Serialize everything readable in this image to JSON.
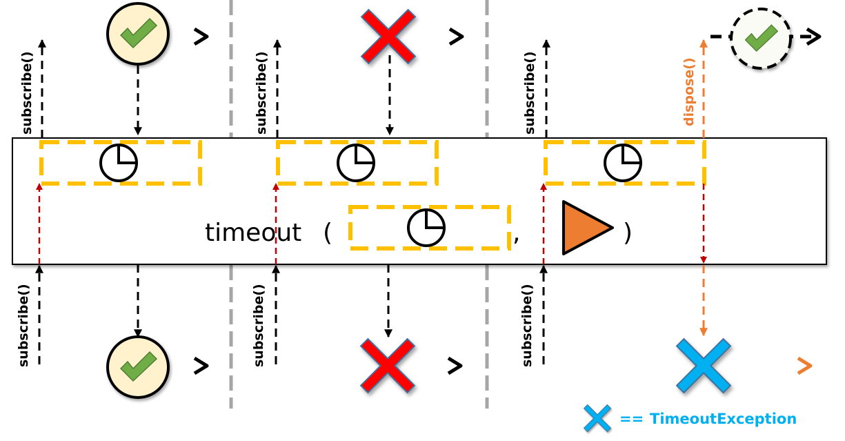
{
  "operator": {
    "name": "timeout",
    "open_paren": "(",
    "comma": ",",
    "close_paren": ")"
  },
  "labels": {
    "subscribe": "subscribe()",
    "dispose": "dispose()"
  },
  "legend": {
    "equals": "==",
    "text": "TimeoutException"
  },
  "scenarios": [
    {
      "name": "source-completes-before-timeout",
      "source_event": "complete",
      "result_event": "complete"
    },
    {
      "name": "source-errors-before-timeout",
      "source_event": "error",
      "result_event": "error"
    },
    {
      "name": "timeout-elapses-first",
      "source_event": "complete (disposed)",
      "result_event": "TimeoutException"
    }
  ],
  "colors": {
    "line": "#000000",
    "timer_box": "#ffc000",
    "subscribe_inner": "#c00000",
    "dispose": "#ed7d31",
    "complete_fill": "#fff2cc",
    "check": "#70ad47",
    "error": "#ff0000",
    "timeout_error": "#00b0f0",
    "separator": "#a6a6a6",
    "other_triangle": "#ed7d31"
  }
}
